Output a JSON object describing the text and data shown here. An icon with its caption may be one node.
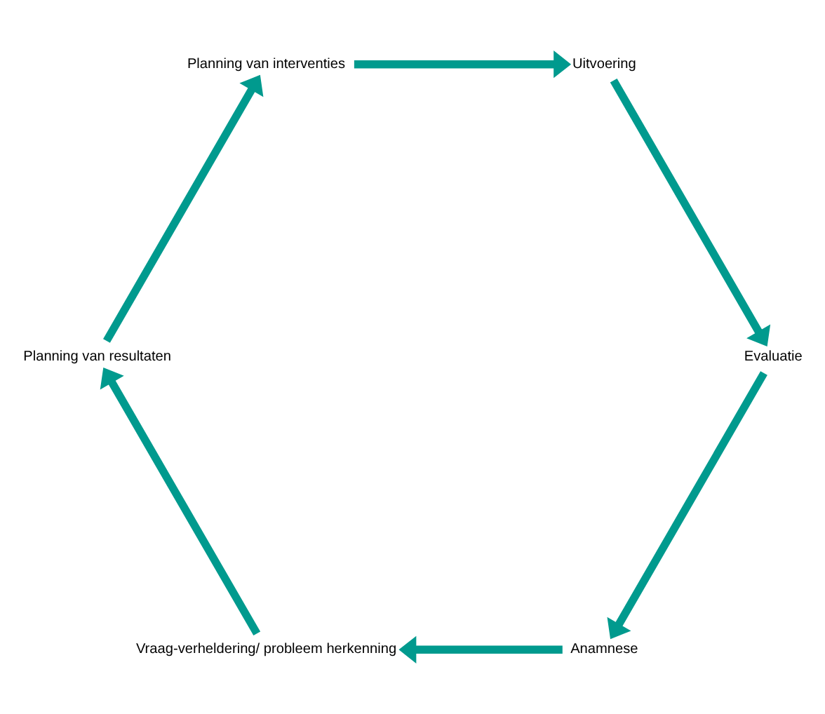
{
  "diagram": {
    "nodes": [
      {
        "text": [
          "Anamnese"
        ]
      },
      {
        "text": [
          "Vraag-verheldering/ probleem herkenning"
        ]
      },
      {
        "text": [
          "Planning van resultaten"
        ]
      },
      {
        "text": [
          "Planning van interventies"
        ]
      },
      {
        "text": [
          "Uitvoering"
        ]
      },
      {
        "text": [
          "Evaluatie"
        ]
      }
    ],
    "edges": [
      {
        "from": 0,
        "to": 1,
        "arrow": "to"
      },
      {
        "from": 1,
        "to": 2,
        "arrow": "to"
      },
      {
        "from": 2,
        "to": 3,
        "arrow": "to"
      },
      {
        "from": 3,
        "to": 4,
        "arrow": "to"
      },
      {
        "from": 4,
        "to": 5,
        "arrow": "to"
      },
      {
        "from": 5,
        "to": 0,
        "arrow": "to"
      }
    ]
  }
}
